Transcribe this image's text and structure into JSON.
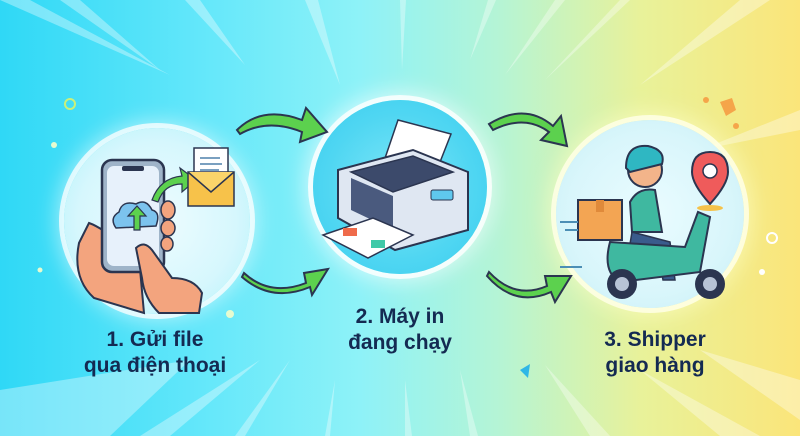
{
  "steps": [
    {
      "number": "1.",
      "line1": "1. Gửi file",
      "line2": "qua điện thoại",
      "illustration": "phone-upload-email"
    },
    {
      "number": "2.",
      "line1": "2. Máy in",
      "line2": "đang chạy",
      "illustration": "printer-printing"
    },
    {
      "number": "3.",
      "line1": "3. Shipper",
      "line2": "giao hàng",
      "illustration": "delivery-scooter"
    }
  ],
  "icons": {
    "arrows": "curved-green-arrow",
    "upload": "cloud-upload-icon",
    "mail": "envelope-document-icon",
    "location": "map-pin-icon",
    "box": "package-icon"
  },
  "colors": {
    "text": "#142a52",
    "arrow_green": "#5cd14e",
    "bg_left": "#2fd8f6",
    "bg_right": "#fbe57a",
    "pin_red": "#ef5b5b"
  }
}
